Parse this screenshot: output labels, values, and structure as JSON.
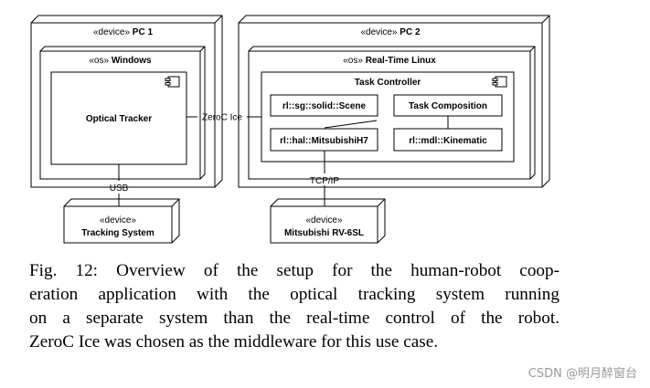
{
  "diagram": {
    "pc1": {
      "stereotype": "«device»",
      "name": "PC 1"
    },
    "windows": {
      "stereotype": "«os»",
      "name": "Windows"
    },
    "optical_tracker": {
      "label": "Optical Tracker"
    },
    "pc2": {
      "stereotype": "«device»",
      "name": "PC 2"
    },
    "rt_linux": {
      "stereotype": "«os»",
      "name": "Real-Time Linux"
    },
    "task_controller": {
      "label": "Task Controller"
    },
    "scene": {
      "label": "rl::sg::solid::Scene"
    },
    "task_composition": {
      "label": "Task Composition"
    },
    "mitsubishi_h7": {
      "label": "rl::hal::MitsubishiH7"
    },
    "kinematic": {
      "label": "rl::mdl::Kinematic"
    },
    "zeroc_ice": {
      "label": "ZeroC Ice"
    },
    "usb": {
      "label": "USB"
    },
    "tcpip": {
      "label": "TCP/IP"
    },
    "tracking_system": {
      "stereotype": "«device»",
      "name": "Tracking System"
    },
    "robot": {
      "stereotype": "«device»",
      "name": "Mitsubishi RV-6SL"
    }
  },
  "caption": {
    "lines": [
      "Fig. 12: Overview of the setup for the human-robot coop-",
      "eration application with the optical tracking system running",
      "on a separate system than the real-time control of the robot.",
      "ZeroC Ice was chosen as the middleware for this use case."
    ]
  },
  "watermark": "CSDN @明月醉窗台"
}
